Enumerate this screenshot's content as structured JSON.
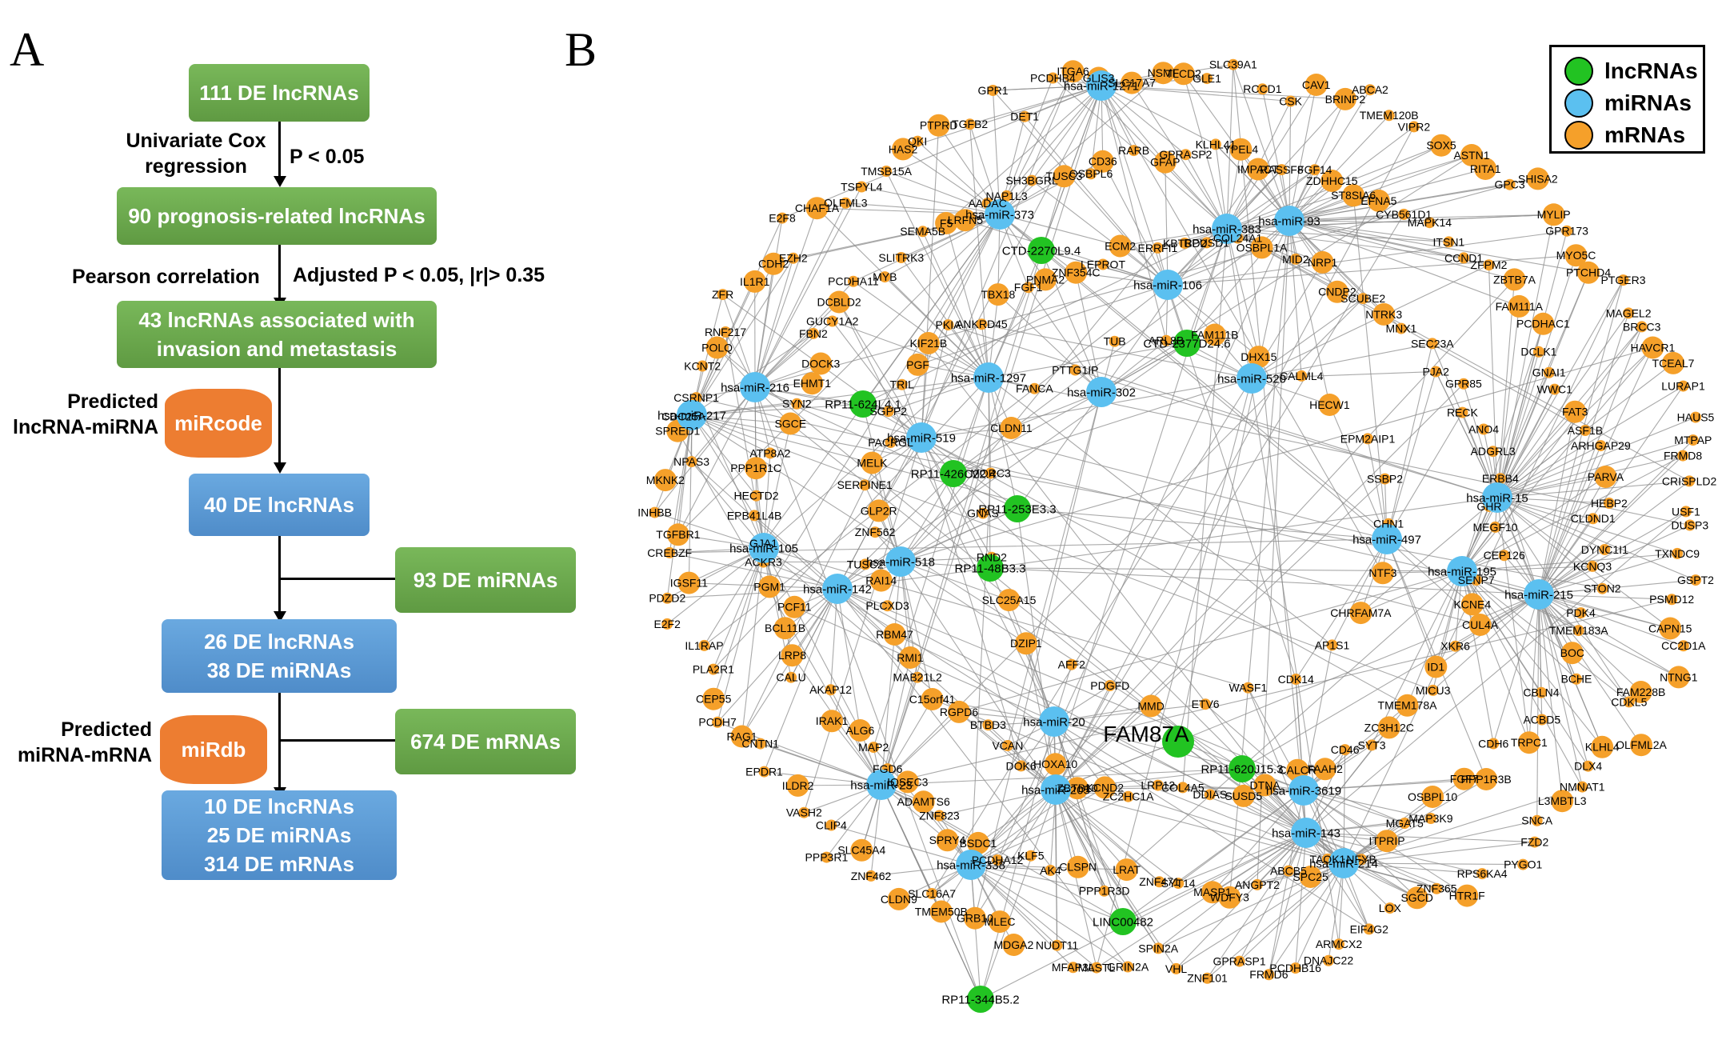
{
  "panel_a": {
    "letter": "A",
    "boxes": {
      "b1": "111 DE lncRNAs",
      "b2": "90 prognosis-related lncRNAs",
      "b3_l1": "43 lncRNAs associated with",
      "b3_l2": "invasion and metastasis",
      "b4": "40 DE lncRNAs",
      "b5": "93 DE miRNAs",
      "b6_l1": "26 DE lncRNAs",
      "b6_l2": "38 DE miRNAs",
      "b7": "674 DE mRNAs",
      "b8_l1": "10 DE lncRNAs",
      "b8_l2": "25 DE miRNAs",
      "b8_l3": "314 DE mRNAs"
    },
    "databases": {
      "mircode": "miRcode",
      "mirdb": "miRdb"
    },
    "labels": {
      "univariate_l1": "Univariate Cox",
      "univariate_l2": "regression",
      "p005": "P < 0.05",
      "pearson": "Pearson correlation",
      "adjusted": "Adjusted P < 0.05, |r|> 0.35",
      "pred1_l1": "Predicted",
      "pred1_l2": "lncRNA-miRNA",
      "pred2_l1": "Predicted",
      "pred2_l2": "miRNA-mRNA"
    },
    "colors": {
      "green": "#6aa84f",
      "blue": "#5b9bd5",
      "orange": "#ed7d31"
    }
  },
  "panel_b": {
    "letter": "B",
    "legend": [
      {
        "label": "lncRNAs",
        "color": "#22c322"
      },
      {
        "label": "miRNAs",
        "color": "#5bc0f0"
      },
      {
        "label": "mRNAs",
        "color": "#f5a02a"
      }
    ],
    "highlight_label": "FAM87A",
    "mirnas": [
      "hsa-miR-1271",
      "hsa-miR-373",
      "hsa-miR-383",
      "hsa-miR-93",
      "hsa-miR-106",
      "hsa-miR-1297",
      "hsa-miR-302",
      "hsa-miR-520",
      "hsa-miR-216",
      "hsa-miR-217",
      "hsa-miR-519",
      "hsa-miR-15",
      "hsa-miR-497",
      "hsa-miR-195",
      "hsa-miR-215",
      "hsa-miR-105",
      "hsa-miR-518",
      "hsa-miR-142",
      "hsa-miR-20",
      "hsa-miR-23",
      "hsa-miR-205",
      "hsa-miR-3619",
      "hsa-miR-143",
      "hsa-miR-214",
      "hsa-miR-338"
    ],
    "lncrnas": [
      "CTD-2270L9.4",
      "CTD-2377D24.6",
      "RP11-624L4.1",
      "RP11-426C22.4",
      "RP11-253E3.3",
      "RP11-48B3.3",
      "FAM87A",
      "RP11-620J15.3",
      "LINC00482",
      "RP11-344B5.2"
    ],
    "mrnas": [
      "TLCD2",
      "GLE1",
      "SLC39A1",
      "RCCD1",
      "CSK",
      "CAV1",
      "BRINP2",
      "ABCA2",
      "TMEM120B",
      "VIPR2",
      "SOX5",
      "ASTN1",
      "RITA1",
      "GPC3",
      "SHISA2",
      "MYLIP",
      "GPR173",
      "MYO5C",
      "PTCHD4",
      "PTGER3",
      "MAGEL2",
      "BRCC3",
      "HAVCR1",
      "TCEAL7",
      "LURAP1",
      "HAUS5",
      "MTPAP",
      "FRMD8",
      "CRISPLD2",
      "USF1",
      "DUSP3",
      "TXNDC9",
      "GSPT2",
      "PSMD12",
      "CAPN15",
      "CC2D1A",
      "NTNG1",
      "FAM228B",
      "CDKL5",
      "OLFML2A",
      "KLHL4",
      "DLX4",
      "NMNAT1",
      "L3MBTL3",
      "SNCA",
      "FZD2",
      "PYGO1",
      "RPS6KA4",
      "HTR1F",
      "ZNF365",
      "SGCD",
      "LOX",
      "EIF4G2",
      "ARMCX2",
      "DNAJC22",
      "PCDHB16",
      "FRMD6",
      "GPRASP1",
      "ZNF101",
      "VHL",
      "SPIN2A",
      "GRIN2A",
      "MASTL",
      "MFAP3L",
      "NUDT11",
      "MDGA2",
      "MLEC",
      "GRB10",
      "TMEM50B",
      "SLC16A7",
      "CLDN9",
      "ZNF462",
      "SLC45A4",
      "PPP3R1",
      "CLIP4",
      "VASH2",
      "ILDR2",
      "EPDR1",
      "CNTN1",
      "RAG1",
      "PCDH7",
      "CEP55",
      "PLA2R1",
      "IL1RAP",
      "E2F2",
      "PDZD2",
      "IGSF11",
      "CREBZF",
      "TGFBR1",
      "INHBB",
      "MKNK2",
      "NPAS3",
      "SPRED1",
      "CDC25A",
      "CSRNP1",
      "KCNT2",
      "POLQ",
      "RNF217",
      "ZFR",
      "IL1R1",
      "CDH2",
      "EZH2",
      "E2F8",
      "CHAF1A",
      "OLFML3",
      "TSPYL4",
      "TMSB15A",
      "HAS2",
      "QKI",
      "PTPRD",
      "TGFB2",
      "GPR1",
      "DET1",
      "PCDHB4",
      "ITGA6",
      "GLIS3",
      "SLC17A7",
      "NSMF",
      "YPEL4",
      "IMPACT",
      "RASSF8",
      "FGF14",
      "ZDHHC15",
      "ST8SIA6",
      "EFNA5",
      "CYB561D1",
      "MAPK14",
      "ITSN1",
      "CCND1",
      "ZFPM2",
      "ZBTB7A",
      "FAM111A",
      "PCDHAC1",
      "DCLK1",
      "GNAI1",
      "WWC1",
      "FAT3",
      "ASF1B",
      "ARHGAP29",
      "PARVA",
      "HEBP2",
      "CLDND1",
      "DYNC1I1",
      "KCNQ3",
      "STON2",
      "PDK4",
      "TMEM183A",
      "BOC",
      "BCHE",
      "CBLN4",
      "ACBD5",
      "TRPC1",
      "CDH6",
      "PPP1R3B",
      "FGF7",
      "OSBPL10",
      "MAP3K9",
      "MGAT5",
      "ITPRIP",
      "NFYB",
      "TAOK1",
      "SPC25",
      "ABCB5",
      "ANGPT2",
      "WDFY3",
      "MASP1",
      "SYT14",
      "ZNF471",
      "LRAT",
      "PPP1R3D",
      "CLSPN",
      "AK4",
      "KLF5",
      "PCDHA12",
      "BSDC1",
      "SPRY4",
      "ZNF823",
      "ADAMTS6",
      "IQSEC3",
      "FGD6",
      "MAP2",
      "ALG6",
      "IRAK1",
      "AKAP12",
      "CALU",
      "LRP8",
      "BCL11B",
      "PCF11",
      "PGM1",
      "ACKR3",
      "GJA1",
      "EPB41L4B",
      "HECTD2",
      "PPP1R1C",
      "ATP8A2",
      "SGCE",
      "SYN2",
      "EHMT1",
      "DOCK3",
      "FBN2",
      "GUCY1A2",
      "DCBLD2",
      "PCDHA11",
      "MYB",
      "SLITRK3",
      "SEMA5B",
      "F5",
      "LRFN5",
      "AADAC",
      "NAP1L3",
      "SH3BGRL",
      "TUSC3",
      "OSBPL6",
      "CD36",
      "RARB",
      "GFAP",
      "GPRASP2",
      "KLHL41",
      "OSBPL1A",
      "MID2",
      "NRP1",
      "CNDP2",
      "SCUBE2",
      "NTRK3",
      "MNX1",
      "SEC23A",
      "PJA2",
      "GPR85",
      "RECK",
      "ANO4",
      "ADGRL3",
      "ERBB4",
      "GHR",
      "MEGF10",
      "CEP126",
      "SENP7",
      "KCNE4",
      "CUL4A",
      "XKR6",
      "ID1",
      "MICU3",
      "TMEM178A",
      "ZC3H12C",
      "SYT3",
      "CD46",
      "FAAH2",
      "CALCR",
      "DTNA",
      "SUSD5",
      "DDIAS",
      "COL4A5",
      "LRP12",
      "ZC2HC1A",
      "KCND2",
      "ZBTB10",
      "HOXA10",
      "DOK6",
      "VCAN",
      "BTBD3",
      "RGPD6",
      "C15orf41",
      "MAB21L2",
      "RMI1",
      "RBM47",
      "PLCXD3",
      "RAI14",
      "TUSC2",
      "ZNF562",
      "GLP2R",
      "SERPINE1",
      "MELK",
      "PACRGL",
      "SGPP2",
      "TRIL",
      "PGF",
      "KIF21B",
      "PKIA",
      "ANKRD45",
      "TBX18",
      "FGF1",
      "PNMA2",
      "ZNF354C",
      "LEPROT",
      "ECM2",
      "ERRFI1",
      "KBTBD2",
      "RPUSD1",
      "COL24A1",
      "DHX15",
      "CALML4",
      "HECW1",
      "EPM2AIP1",
      "SSBP2",
      "CHN1",
      "NTF3",
      "CHRFAM7A",
      "AP1S1",
      "CDK14",
      "WASF1",
      "ETV6",
      "MMD",
      "PDGFD",
      "AFF2",
      "DZIP1",
      "SLC25A15",
      "RND2",
      "GNAS",
      "MORC3",
      "CLDN11",
      "FANCA",
      "PTTG1IP",
      "TUB",
      "ARL8B",
      "FAM111B"
    ]
  }
}
